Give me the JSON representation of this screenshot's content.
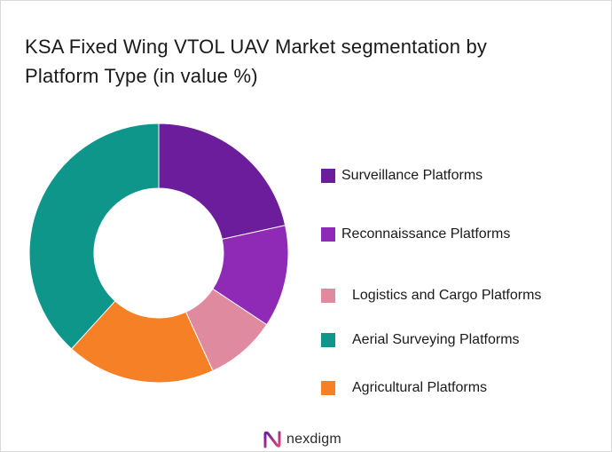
{
  "chart_data": {
    "type": "pie",
    "title": "KSA Fixed Wing VTOL UAV Market segmentation by Platform Type (in value %)",
    "donut": true,
    "legend_position": "right",
    "categories": [
      "Surveillance Platforms",
      "Reconnaissance Platforms",
      "Logistics and Cargo Platforms",
      "Aerial Surveying Platforms",
      "Agricultural Platforms"
    ],
    "values": [
      22,
      13,
      9,
      39,
      19
    ],
    "colors": [
      "#6b1d9b",
      "#8f2ab6",
      "#e08aa0",
      "#0f968a",
      "#f58025"
    ],
    "draw_order": [
      0,
      1,
      2,
      4,
      3
    ]
  },
  "branding": {
    "logo_text": "nexdigm",
    "logo_icon": "nexdigm-logo-icon"
  }
}
